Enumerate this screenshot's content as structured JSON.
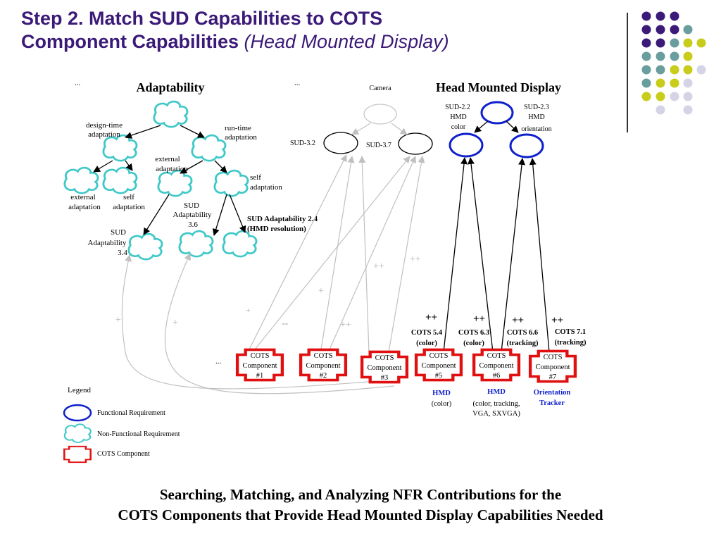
{
  "title": {
    "line1": "Step 2. Match SUD Capabilities to COTS",
    "line2_plain": "Component Capabilities ",
    "line2_italic": "(Head Mounted Display)"
  },
  "colors": {
    "title": "#3b1a78",
    "dot_purple": "#3b1a78",
    "dot_teal": "#6a9e9e",
    "dot_yellow": "#c8cc1a",
    "dot_lavender": "#d4d4e6",
    "functional": "#1020cc",
    "nonfunctional": "#40c8c8",
    "cots": "#e01010",
    "faded": "#c0c0c0"
  },
  "left_panel": {
    "ellipsis": "...",
    "heading": "Adaptability",
    "design_time": [
      "design-time",
      "adaptation"
    ],
    "run_time": [
      "run-time",
      "adaptation"
    ],
    "external1": [
      "external",
      "adaptation"
    ],
    "self1": [
      "self",
      "adaptation"
    ],
    "external2": [
      "external",
      "adaptation"
    ],
    "self2": [
      "self",
      "adaptation"
    ],
    "sud34": [
      "SUD",
      "Adaptability",
      "3.4"
    ],
    "sud36": [
      "SUD",
      "Adaptability",
      "3.6"
    ],
    "sud24": [
      "SUD Adaptability 2.4",
      "(HMD resolution)"
    ]
  },
  "middle_panel": {
    "ellipsis": "...",
    "camera": "Camera",
    "sud32": "SUD-3.2",
    "sud37": "SUD-3.7"
  },
  "right_panel": {
    "heading": "Head Mounted Display",
    "sud22": [
      "SUD-2.2",
      "HMD",
      "color"
    ],
    "sud23": [
      "SUD-2.3",
      "HMD",
      "orientation"
    ]
  },
  "contributions": {
    "plus_a": "+",
    "plus_b": "+",
    "plus_c": "+",
    "minus": "--",
    "pp1": "++",
    "pp2": "++",
    "pp3": "++",
    "plus_d": "+",
    "pp5": "++",
    "pp6": "++",
    "pp7": "++",
    "pp8": "++"
  },
  "cots_labels": {
    "c54": [
      "COTS  5.4",
      "(color)"
    ],
    "c63": [
      "COTS 6.3",
      "(color)"
    ],
    "c66": [
      "COTS  6.6",
      "(tracking)"
    ],
    "c71": [
      "COTS  7.1",
      "(tracking)"
    ]
  },
  "components": {
    "ellipsis": "...",
    "c1": [
      "COTS",
      "Component",
      "#1"
    ],
    "c2": [
      "COTS",
      "Component",
      "#2"
    ],
    "c3": [
      "COTS",
      "Component",
      "#3"
    ],
    "c5": [
      "COTS",
      "Component",
      "#5"
    ],
    "c6": [
      "COTS",
      "Component",
      "#6"
    ],
    "c7": [
      "COTS",
      "Component",
      "#7"
    ]
  },
  "component_captions": {
    "c5_title": "HMD",
    "c5_sub": "(color)",
    "c6_title": "HMD",
    "c6_sub1": "(color, tracking,",
    "c6_sub2": "VGA, SXVGA)",
    "c7_title1": "Orientation",
    "c7_title2": "Tracker"
  },
  "legend": {
    "title": "Legend",
    "functional": "Functional Requirement",
    "nonfunctional": "Non-Functional Requirement",
    "cots": "COTS Component"
  },
  "caption": {
    "line1": "Searching, Matching, and Analyzing NFR Contributions for the",
    "line2": "COTS Components that Provide Head Mounted Display Capabilities Needed"
  }
}
